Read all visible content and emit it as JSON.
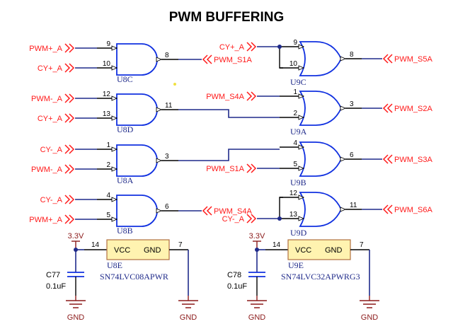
{
  "title": "PWM BUFFERING",
  "colors": {
    "net_label": "#ff1a1a",
    "wire": "#1f2a8a",
    "gate": "#1030e0",
    "power": "#8b1a1a",
    "ic_box_fill": "#fff3b0",
    "ic_box_border": "#b07040"
  },
  "and_gates": [
    {
      "ref": "U8C",
      "in1": {
        "pin": "9",
        "net": "PWM+_A"
      },
      "in2": {
        "pin": "10",
        "net": "CY+_A"
      },
      "out": {
        "pin": "8",
        "net": "PWM_S1A"
      }
    },
    {
      "ref": "U8D",
      "in1": {
        "pin": "12",
        "net": "PWM-_A"
      },
      "in2": {
        "pin": "13",
        "net": "CY+_A"
      },
      "out": {
        "pin": "11",
        "net": ""
      }
    },
    {
      "ref": "U8A",
      "in1": {
        "pin": "1",
        "net": "CY-_A"
      },
      "in2": {
        "pin": "2",
        "net": "PWM-_A"
      },
      "out": {
        "pin": "3",
        "net": ""
      }
    },
    {
      "ref": "U8B",
      "in1": {
        "pin": "4",
        "net": "CY-_A"
      },
      "in2": {
        "pin": "5",
        "net": "PWM+_A"
      },
      "out": {
        "pin": "6",
        "net": "PWM_S4A"
      }
    }
  ],
  "or_gates": [
    {
      "ref": "U9C",
      "in1": {
        "pin": "9",
        "net": "CY+_A"
      },
      "in2": {
        "pin": "10",
        "net": ""
      },
      "out": {
        "pin": "8",
        "net": "PWM_S5A"
      }
    },
    {
      "ref": "U9A",
      "in1": {
        "pin": "1",
        "net": "PWM_S4A"
      },
      "in2": {
        "pin": "2",
        "net": ""
      },
      "out": {
        "pin": "3",
        "net": "PWM_S2A"
      }
    },
    {
      "ref": "U9B",
      "in1": {
        "pin": "4",
        "net": ""
      },
      "in2": {
        "pin": "5",
        "net": "PWM_S1A"
      },
      "out": {
        "pin": "6",
        "net": "PWM_S3A"
      }
    },
    {
      "ref": "U9D",
      "in1": {
        "pin": "12",
        "net": ""
      },
      "in2": {
        "pin": "13",
        "net": "CY-_A"
      },
      "out": {
        "pin": "11",
        "net": "PWM_S6A"
      }
    }
  ],
  "power_units": [
    {
      "ref": "U8E",
      "part": "SN74LVC08APWR",
      "vcc_label": "VCC",
      "gnd_label": "GND",
      "vcc_pin": "14",
      "gnd_pin": "7",
      "supply": "3.3V",
      "cap_ref": "C77",
      "cap_value": "0.1uF",
      "gnd_net": "GND"
    },
    {
      "ref": "U9E",
      "part": "SN74LVC32APWRG3",
      "vcc_label": "VCC",
      "gnd_label": "GND",
      "vcc_pin": "14",
      "gnd_pin": "7",
      "supply": "3.3V",
      "cap_ref": "C78",
      "cap_value": "0.1uF",
      "gnd_net": "GND"
    }
  ]
}
